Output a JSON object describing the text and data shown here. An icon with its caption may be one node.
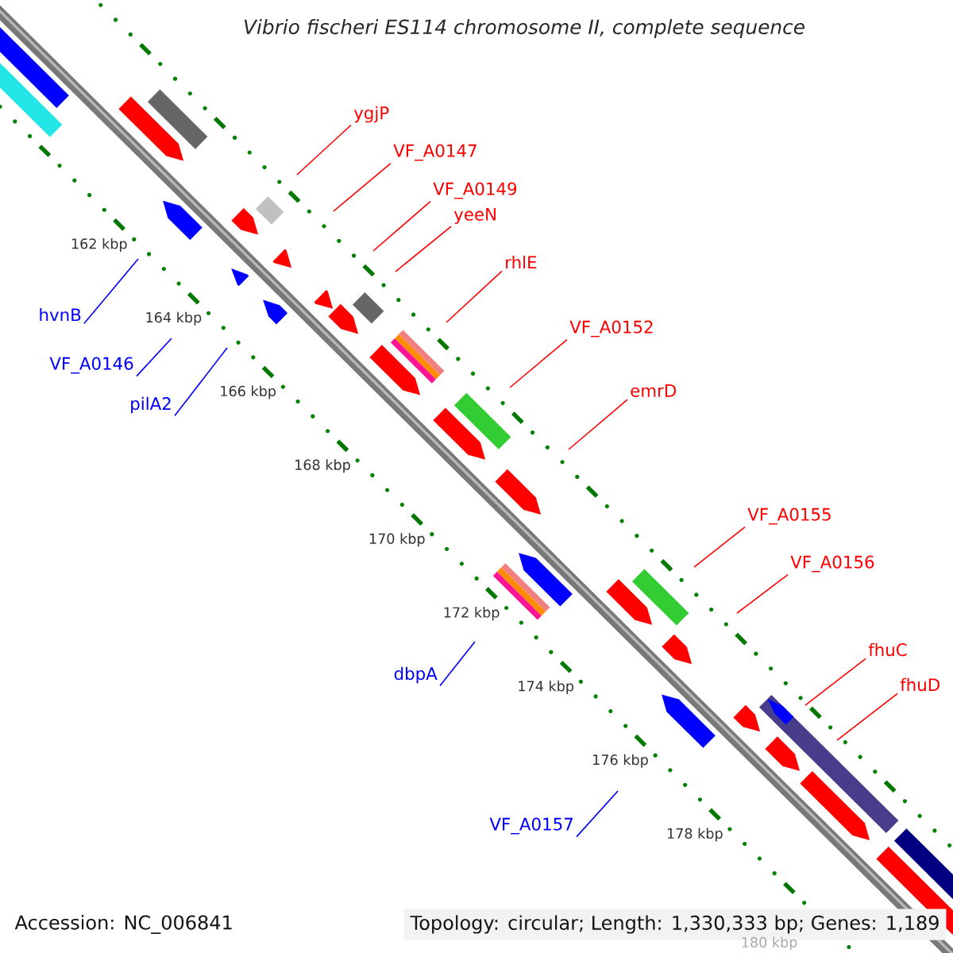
{
  "diagram": {
    "title": "Vibrio fischeri ES114 chromosome II, complete sequence",
    "nodes": [
      {
        "text": [
          "ygjP"
        ]
      },
      {
        "text": [
          "VF_A0147"
        ]
      },
      {
        "text": [
          "VF_A0149"
        ]
      },
      {
        "text": [
          "yeeN"
        ]
      },
      {
        "text": [
          "rhlE"
        ]
      },
      {
        "text": [
          "hvnB"
        ]
      },
      {
        "text": [
          "VF_A0152"
        ]
      },
      {
        "text": [
          "VF_A0146"
        ]
      },
      {
        "text": [
          "emrD"
        ]
      },
      {
        "text": [
          "pilA2"
        ]
      },
      {
        "text": [
          "VF_A0155"
        ]
      },
      {
        "text": [
          "VF_A0156"
        ]
      },
      {
        "text": [
          "fhuC"
        ]
      },
      {
        "text": [
          "dbpA"
        ]
      },
      {
        "text": [
          "fhuD"
        ]
      },
      {
        "text": [
          "VF_A0157"
        ]
      }
    ],
    "edges": [
      {
        "from": 0,
        "to": null,
        "arrow": "none"
      },
      {
        "from": 1,
        "to": null,
        "arrow": "none"
      },
      {
        "from": 2,
        "to": null,
        "arrow": "none"
      },
      {
        "from": 3,
        "to": null,
        "arrow": "none"
      },
      {
        "from": 4,
        "to": null,
        "arrow": "none"
      },
      {
        "from": 5,
        "to": null,
        "arrow": "none",
        "color": "#0000ff"
      },
      {
        "from": 6,
        "to": null,
        "arrow": "none"
      },
      {
        "from": 7,
        "to": null,
        "arrow": "none",
        "color": "#0000ff"
      },
      {
        "from": 8,
        "to": null,
        "arrow": "none"
      },
      {
        "from": 9,
        "to": null,
        "arrow": "none",
        "color": "#0000ff"
      },
      {
        "from": 10,
        "to": null,
        "arrow": "none"
      },
      {
        "from": 11,
        "to": null,
        "arrow": "none"
      },
      {
        "from": 12,
        "to": null,
        "arrow": "none"
      },
      {
        "from": 13,
        "to": null,
        "arrow": "none",
        "color": "#0000ff"
      },
      {
        "from": 14,
        "to": null,
        "arrow": "none"
      },
      {
        "from": 15,
        "to": null,
        "arrow": "none",
        "color": "#0000ff"
      }
    ],
    "labels": [
      "162 kbp",
      "164 kbp",
      "166 kbp",
      "168 kbp",
      "170 kbp",
      "172 kbp",
      "174 kbp",
      "176 kbp",
      "178 kbp",
      "180 kbp",
      "Accession: NC_006841",
      "Topology: circular; Length: 1,330,333 bp; Genes: 1,189"
    ]
  }
}
